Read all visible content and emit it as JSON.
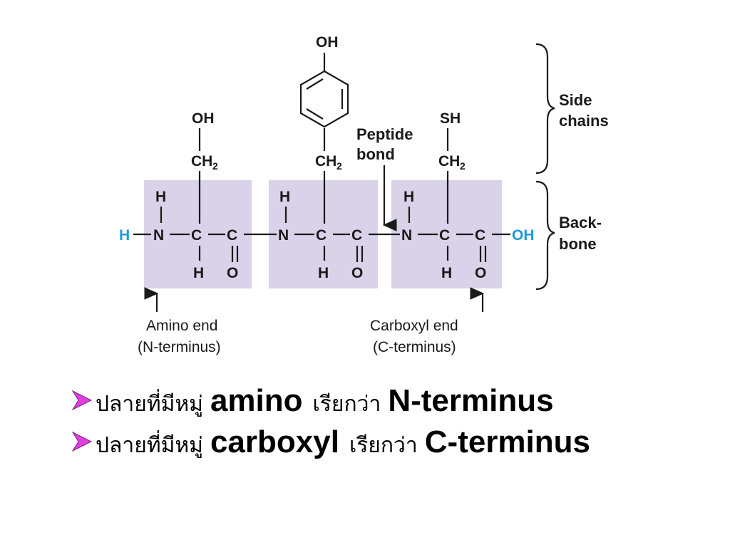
{
  "diagram": {
    "side_chains": {
      "serine": {
        "oh": "OH",
        "ch": "CH",
        "sub": "2"
      },
      "tyrosine": {
        "oh": "OH",
        "ch": "CH",
        "sub": "2"
      },
      "cysteine": {
        "sh": "SH",
        "ch": "CH",
        "sub": "2"
      }
    },
    "backbone_atoms": {
      "h": "H",
      "n": "N",
      "c": "C",
      "o": "O",
      "oh": "OH"
    },
    "labels": {
      "peptide_bond_line1": "Peptide",
      "peptide_bond_line2": "bond",
      "side_chains_line1": "Side",
      "side_chains_line2": "chains",
      "backbone_line1": "Back-",
      "backbone_line2": "bone",
      "amino_end_line1": "Amino end",
      "amino_end_line2": "(N-terminus)",
      "carboxyl_end_line1": "Carboxyl end",
      "carboxyl_end_line2": "(C-terminus)"
    },
    "colors": {
      "terminal_blue": "#1d9bd7",
      "residue_box": "#d9d2e9",
      "bullet_arrow": "#e040e0"
    }
  },
  "bullets": [
    {
      "thai_prefix": "ปลายที่มีหมู่",
      "term": "amino",
      "thai_mid": "เรียกว่า",
      "name": "N-terminus"
    },
    {
      "thai_prefix": "ปลายที่มีหมู่",
      "term": "carboxyl",
      "thai_mid": "เรียกว่า",
      "name": "C-terminus"
    }
  ]
}
